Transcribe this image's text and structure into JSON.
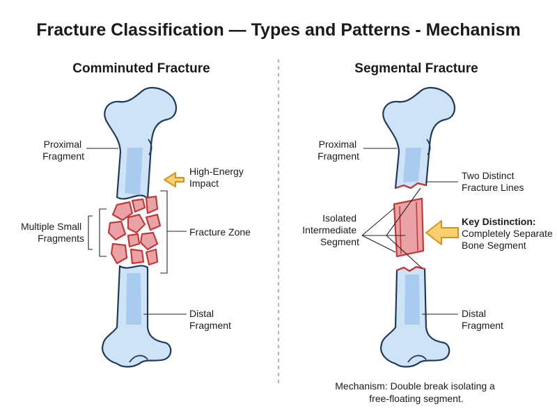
{
  "title": "Fracture Classification — Types and Patterns - Mechanism",
  "left_panel": {
    "title": "Comminuted Fracture",
    "labels": {
      "proximal": [
        "Proximal",
        "Fragment"
      ],
      "impact": [
        "High-Energy",
        "Impact"
      ],
      "multiple": [
        "Multiple Small",
        "Fragments"
      ],
      "zone": "Fracture Zone",
      "distal": [
        "Distal",
        "Fragment"
      ]
    }
  },
  "right_panel": {
    "title": "Segmental Fracture",
    "labels": {
      "proximal": [
        "Proximal",
        "Fragment"
      ],
      "two_lines": [
        "Two Distinct",
        "Fracture Lines"
      ],
      "isolated": [
        "Isolated",
        "Intermediate",
        "Segment"
      ],
      "key_title": "Key Distinction:",
      "key_text": [
        "Completely Separate",
        "Bone Segment"
      ],
      "distal": [
        "Distal",
        "Fragment"
      ]
    },
    "mechanism": [
      "Mechanism: Double break isolating a",
      "free-floating segment."
    ]
  },
  "colors": {
    "bone_fill": "#cfe3f7",
    "bone_outline": "#1e3a5a",
    "fracture_red": "#c43838",
    "fragment_fill": "#e9a3a6",
    "arrow_fill": "#f7cf6e"
  }
}
